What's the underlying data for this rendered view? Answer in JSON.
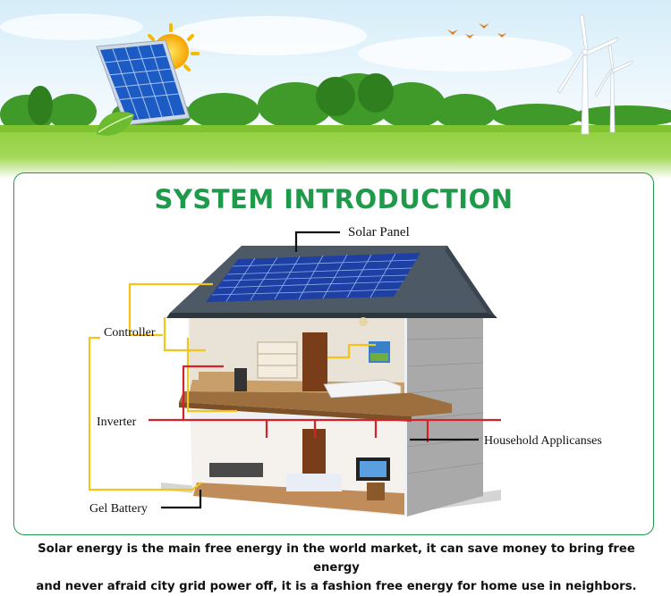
{
  "title": "SYSTEM INTRODUCTION",
  "labels": {
    "solar_panel": "Solar Panel",
    "controller": "Controller",
    "inverter": "Inverter",
    "household": "Household Applicanses",
    "battery": "Gel Battery"
  },
  "caption": {
    "line1": "Solar energy is the main free energy in the world market, it can save money to bring free energy",
    "line2": "and never afraid city grid power off, it is a fashion free energy for home use in neighbors."
  },
  "colors": {
    "accent": "#1f9a4b",
    "signal_wire": "#f3c51b",
    "power_wire": "#d6212b",
    "sky": "#dff1fb",
    "grass": "#7cc23a"
  },
  "icons": [
    "solar-panel-icon",
    "sun-icon",
    "leaf-icon",
    "wind-turbine-icon",
    "bird-icon"
  ]
}
